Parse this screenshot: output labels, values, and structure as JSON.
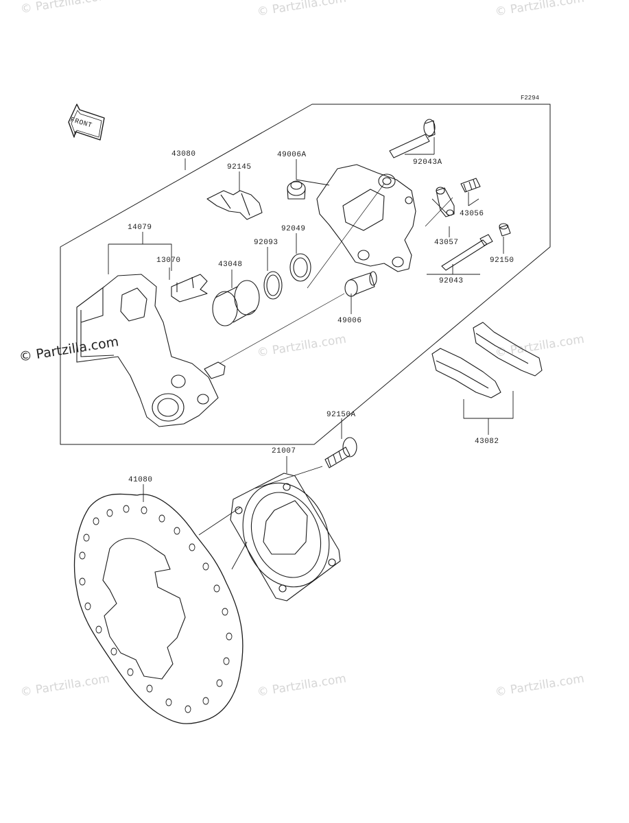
{
  "figure_code": "F2294",
  "front_label": "FRONT",
  "watermark": "© Partzilla.com",
  "parts": {
    "caliper_assy": "43080",
    "holder": "14079",
    "pad_spring": "92145",
    "dust_seal_a": "49006A",
    "bleed_valve_bolt": "92043A",
    "bleeder": "43056",
    "bleed_plate": "43057",
    "pin": "92043",
    "cap": "92150",
    "clip": "13070",
    "piston": "43048",
    "seal_outer": "92093",
    "seal_inner": "92049",
    "boot": "49006",
    "pad_set": "43082",
    "bolt": "92150A",
    "sensor_rotor": "21007",
    "disc": "41080"
  }
}
